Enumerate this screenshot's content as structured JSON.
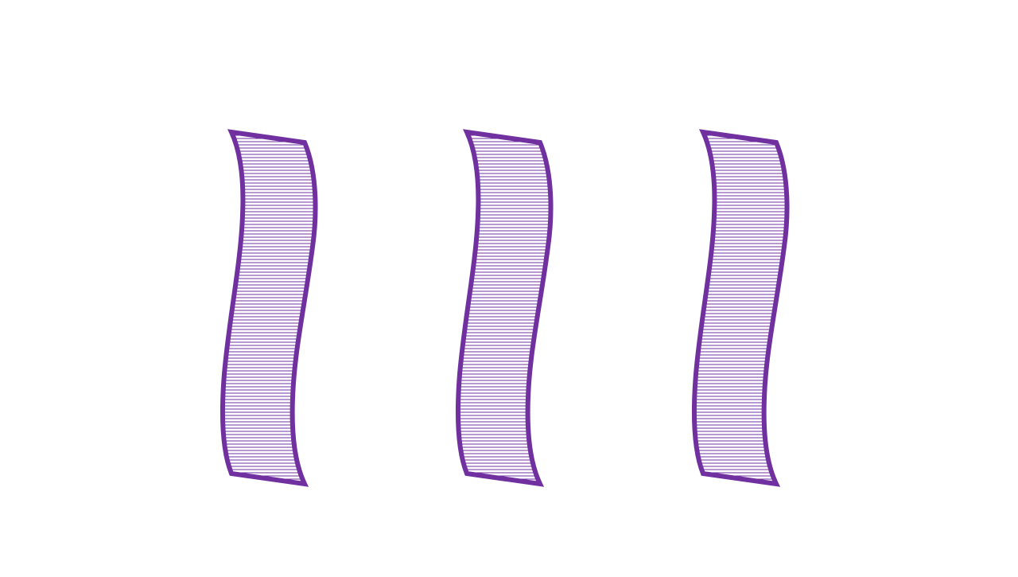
{
  "slide": {
    "shapes": [
      {
        "kind": "wave-ribbon",
        "fill": "horizontal-hatch"
      },
      {
        "kind": "wave-ribbon",
        "fill": "horizontal-hatch"
      },
      {
        "kind": "wave-ribbon",
        "fill": "horizontal-hatch"
      }
    ]
  },
  "colors": {
    "background": "#ffffff",
    "outline": "#7030a0",
    "hatch": "#7030a0"
  }
}
